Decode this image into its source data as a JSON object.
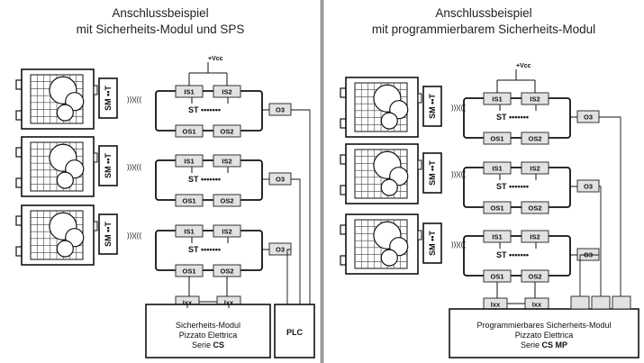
{
  "left": {
    "title_line1": "Anschlussbeispiel",
    "title_line2": "mit Sicherheits-Modul und SPS",
    "vcc": "+Vcc",
    "sensor_label": "SM ••T",
    "st_label": "ST •••••••",
    "terminals": {
      "is1": "IS1",
      "is2": "IS2",
      "os1": "OS1",
      "os2": "OS2",
      "o3": "O3",
      "ixx": "Ixx"
    },
    "module": {
      "line1": "Sicherheits-Modul",
      "line2": "Pizzato Elettrica",
      "series_prefix": "Serie ",
      "series": "CS"
    },
    "plc": "PLC"
  },
  "right": {
    "title_line1": "Anschlussbeispiel",
    "title_line2": "mit programmierbarem Sicherheits-Modul",
    "vcc": "+Vcc",
    "sensor_label": "SM ••T",
    "st_label": "ST •••••••",
    "terminals": {
      "is1": "IS1",
      "is2": "IS2",
      "os1": "OS1",
      "os2": "OS2",
      "o3": "O3",
      "ixx": "Ixx"
    },
    "module": {
      "line1": "Programmierbares Sicherheits-Modul",
      "line2": "Pizzato Elettrica",
      "series_prefix": "Serie ",
      "series": "CS MP"
    }
  },
  "wave_symbol": ")))((("
}
